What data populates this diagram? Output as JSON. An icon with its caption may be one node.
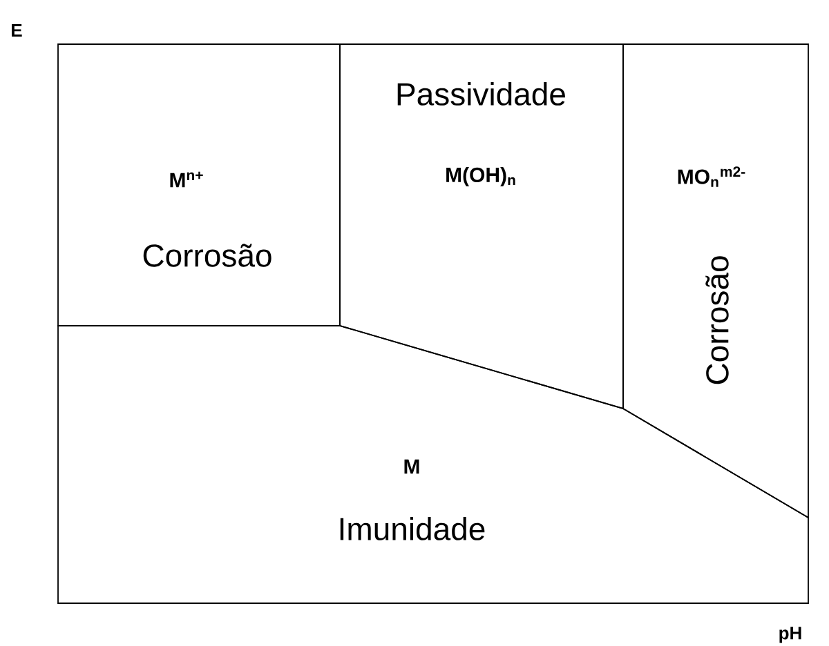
{
  "diagram": {
    "nodes": [
      {
        "text": [
          "M$^{n+}$",
          "Corrosão"
        ]
      },
      {
        "text": [
          "Passividade",
          "M(OH)$_{n}$"
        ]
      },
      {
        "text": [
          "MO$_{n}$$^{m2-}$",
          "Corrosão"
        ]
      },
      {
        "text": [
          "M",
          "Imunidade"
        ]
      }
    ],
    "labels": [
      "E",
      "pH"
    ]
  }
}
